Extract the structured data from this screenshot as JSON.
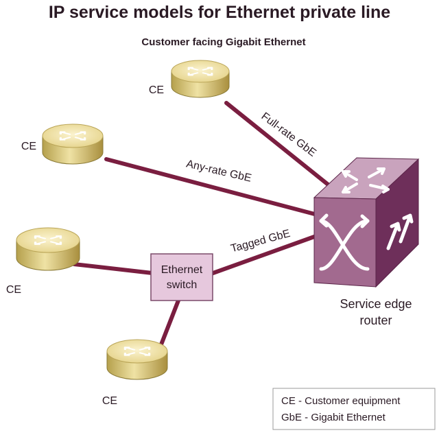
{
  "title": "IP service models for Ethernet private line",
  "subtitle": "Customer facing Gigabit Ethernet",
  "nodes": {
    "ce_top": "CE",
    "ce_left": "CE",
    "ce_mid": "CE",
    "ce_bottom": "CE",
    "switch_line1": "Ethernet",
    "switch_line2": "switch",
    "router_line1": "Service edge",
    "router_line2": "router"
  },
  "links": {
    "full_rate": "Full-rate GbE",
    "any_rate": "Any-rate GbE",
    "tagged": "Tagged GbE"
  },
  "legend": {
    "line1": "CE - Customer equipment",
    "line2": "GbE - Gigabit Ethernet"
  },
  "colors": {
    "link": "#7a1e40",
    "router_top": "#c9a3bd",
    "router_front": "#a26a8f",
    "router_side": "#6e2f5a",
    "switch_fill": "#e6c8dd",
    "ce_top": "#f3e6ad",
    "ce_side": "#d9c574"
  }
}
